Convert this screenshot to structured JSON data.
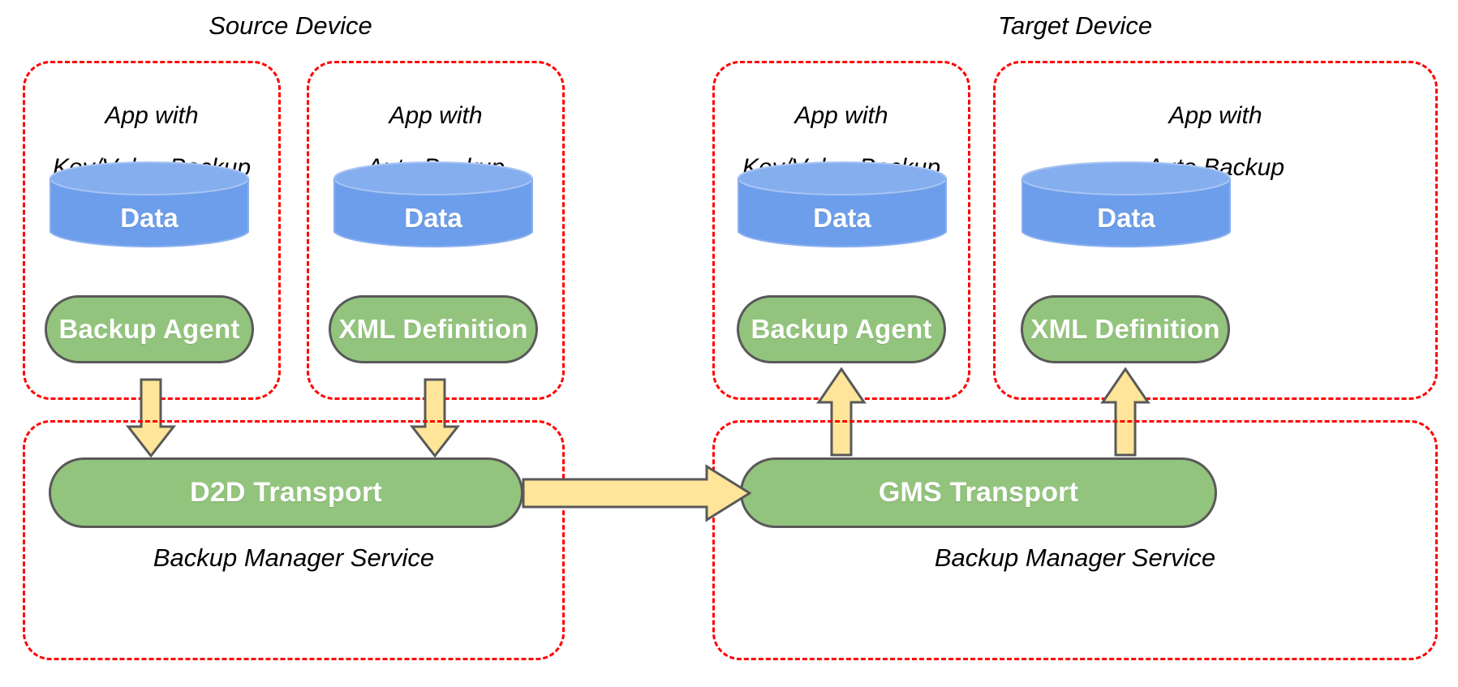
{
  "diagram": {
    "title_left": "Source Device",
    "title_right": "Target Device",
    "colors": {
      "dashed_border": "#ff0000",
      "cylinder_fill": "#6d9eeb",
      "cylinder_top": "#85aeef",
      "pill_fill": "#93c47d",
      "pill_stroke": "#595959",
      "arrow_fill": "#ffe599",
      "arrow_stroke": "#595959",
      "text_on_shape": "#ffffff",
      "text_plain": "#000000",
      "background": "#ffffff"
    },
    "devices": [
      {
        "name": "Source Device",
        "apps": [
          {
            "label_line1": "App with",
            "label_line2": "Key/Value Backup",
            "data_label": "Data",
            "component_label": "Backup Agent",
            "arrow_direction": "down"
          },
          {
            "label_line1": "App with",
            "label_line2": "Auto Backup",
            "data_label": "Data",
            "component_label": "XML Definition",
            "arrow_direction": "down"
          }
        ],
        "service": {
          "transport_label": "D2D Transport",
          "service_label": "Backup Manager Service"
        }
      },
      {
        "name": "Target Device",
        "apps": [
          {
            "label_line1": "App with",
            "label_line2": "Key/Value Backup",
            "data_label": "Data",
            "component_label": "Backup Agent",
            "arrow_direction": "up"
          },
          {
            "label_line1": "App with",
            "label_line2": "Auto Backup",
            "data_label": "Data",
            "component_label": "XML Definition",
            "arrow_direction": "up"
          }
        ],
        "service": {
          "transport_label": "GMS Transport",
          "service_label": "Backup Manager Service"
        }
      }
    ],
    "connector": {
      "name": "d2d-to-gms-arrow",
      "direction": "right"
    }
  }
}
